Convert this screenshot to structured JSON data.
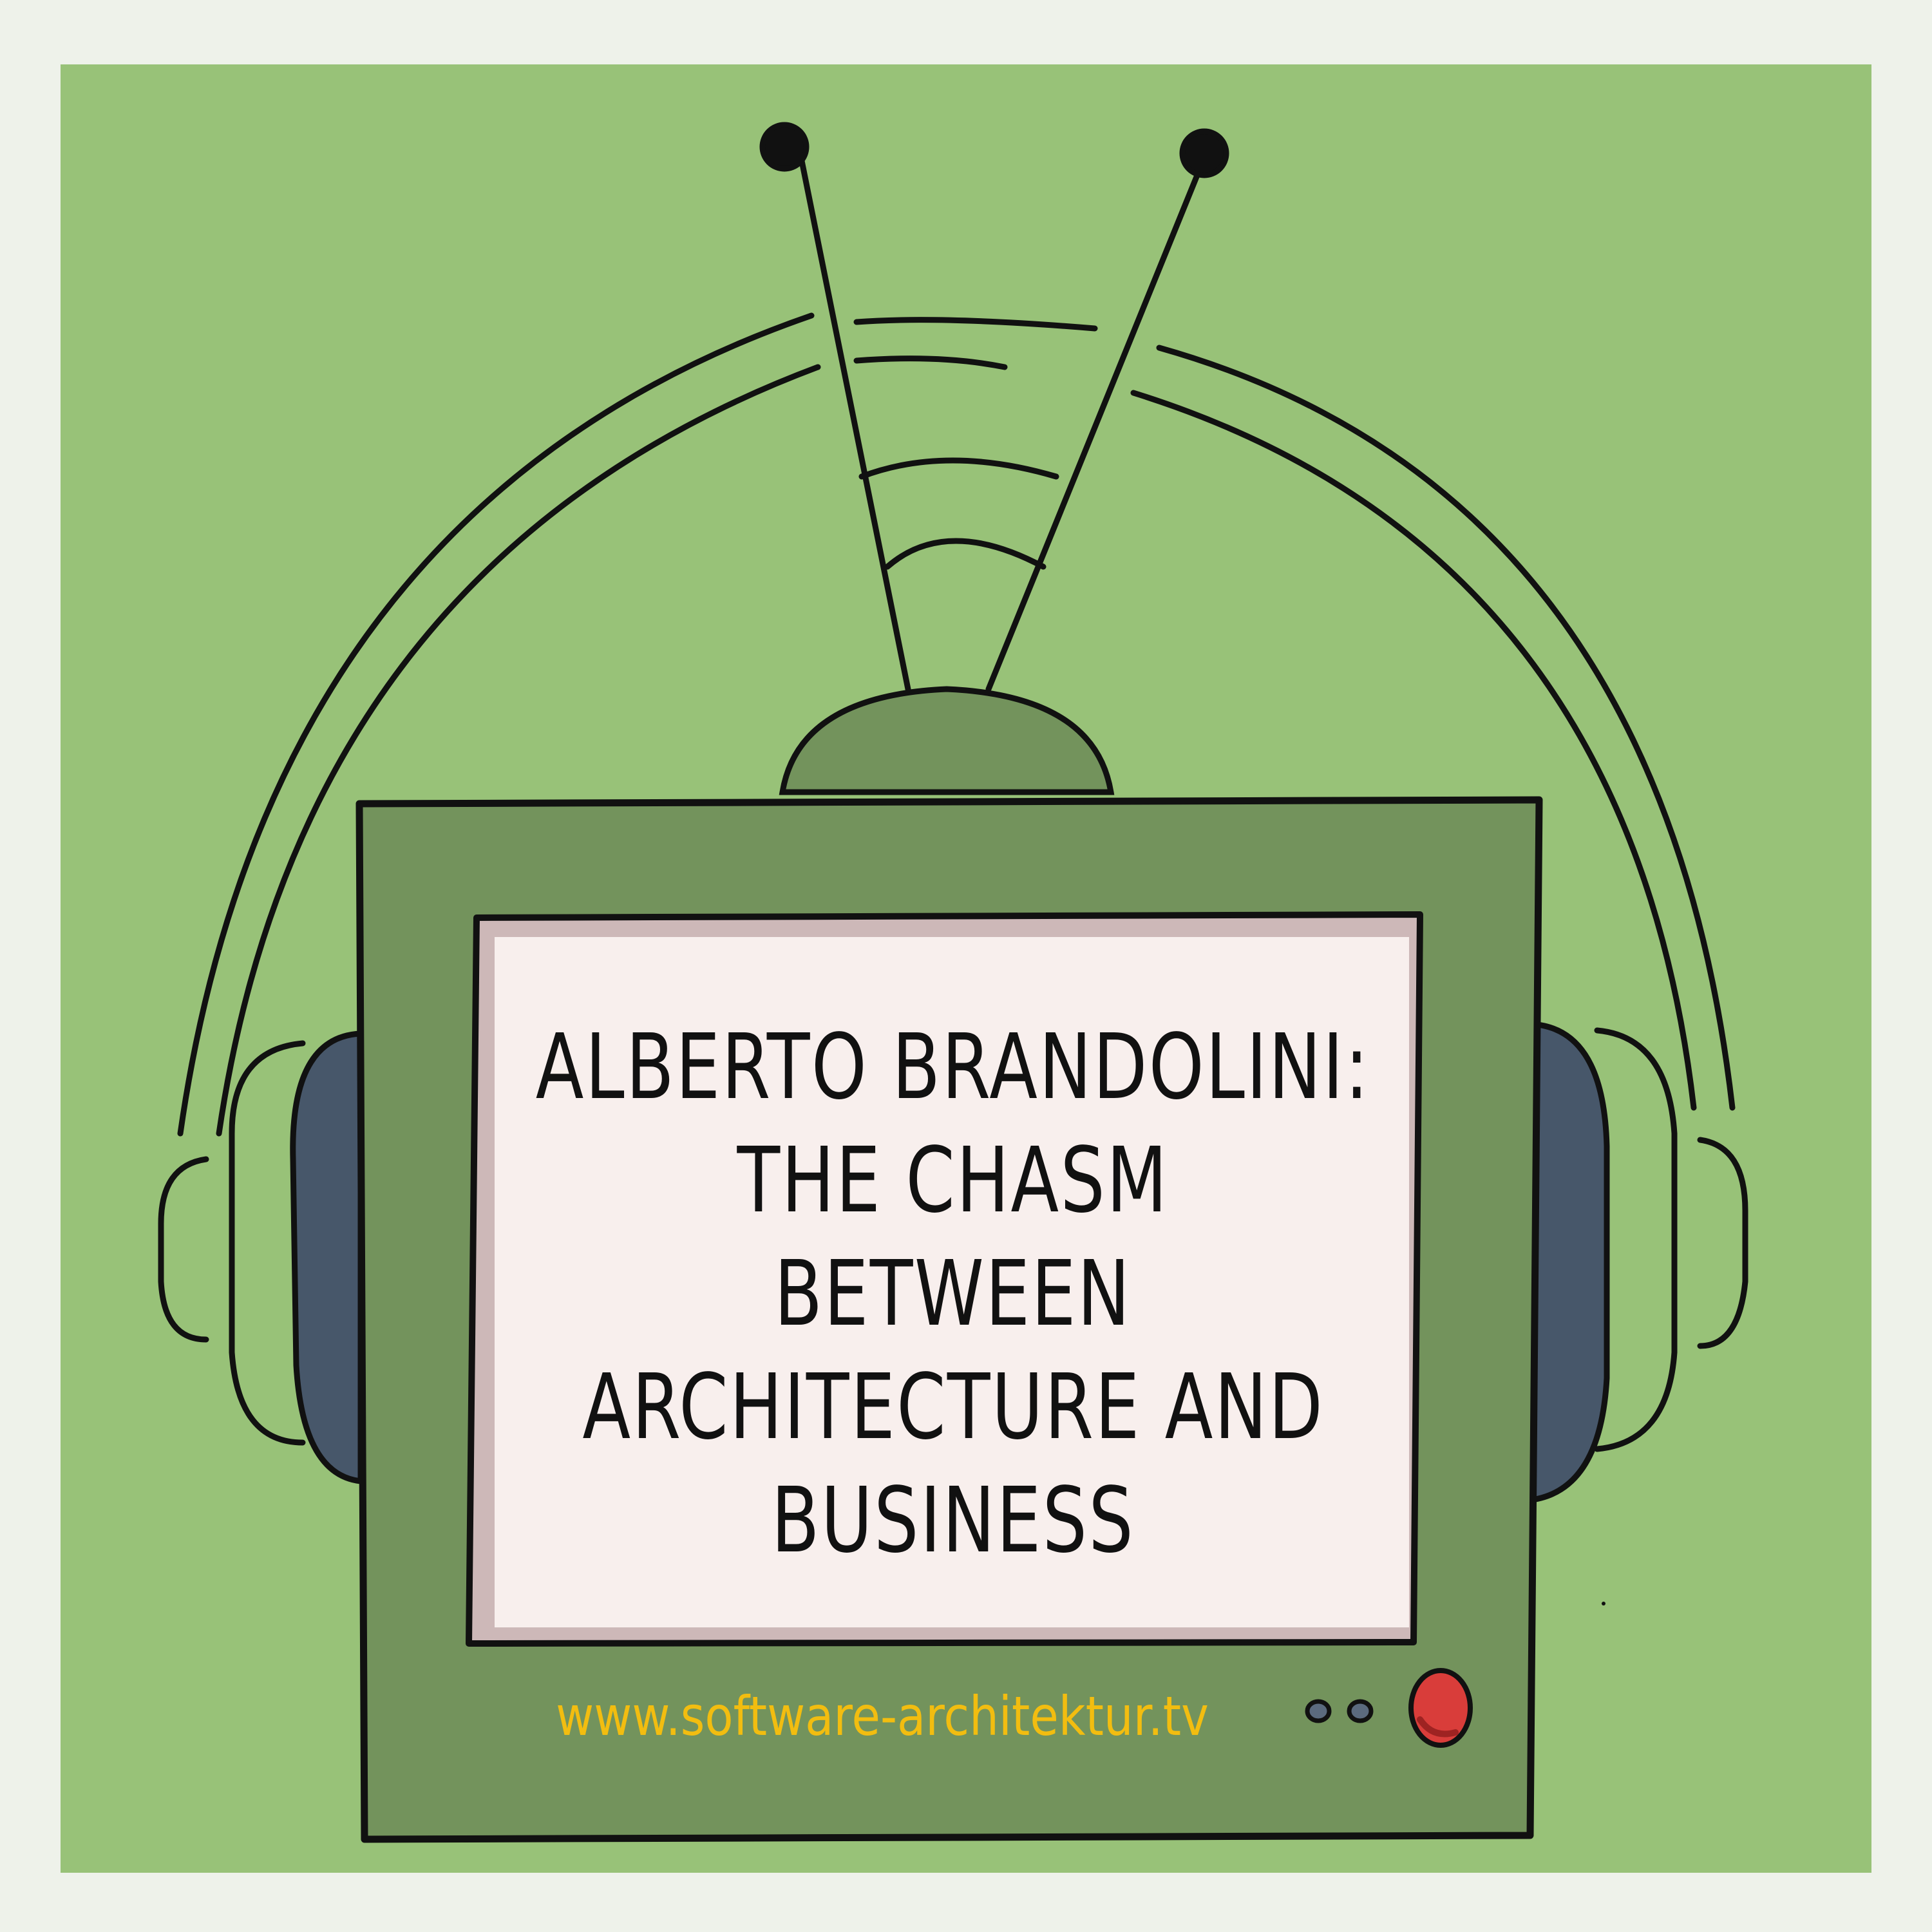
{
  "title_lines": [
    "ALBERTO BRANDOLINI:",
    "THE CHASM",
    "BETWEEN",
    "ARCHITECTURE AND",
    "BUSINESS"
  ],
  "url_text": "www.software-architektur.tv",
  "colors": {
    "background_green": "#98c278",
    "tv_body_green": "#73935c",
    "screen": "#f8efed",
    "earcup": "#47576a",
    "url_yellow": "#f2bd10",
    "power_button_red": "#d93d3a",
    "outline": "#111111"
  },
  "icons": {
    "antenna": "antenna-icon",
    "headphones": "headphones-icon",
    "tv": "television-icon",
    "knobs": "knob-icon",
    "power": "power-button-icon"
  }
}
